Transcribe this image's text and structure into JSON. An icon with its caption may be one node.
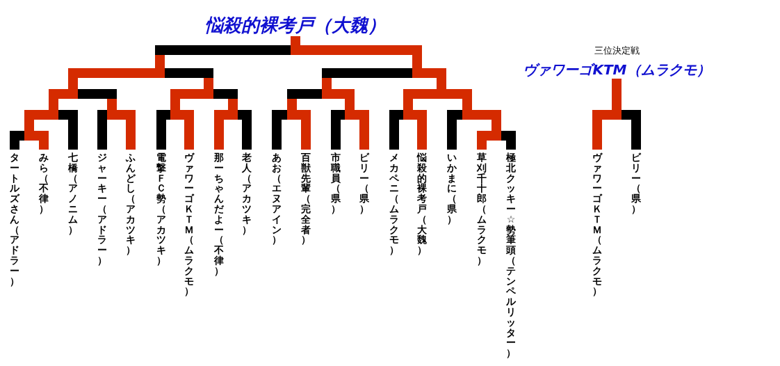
{
  "diagram": {
    "nodes": [
      {
        "text": [
          "悩殺的裸考戸（大魏）"
        ]
      },
      {
        "text": [
          "三位決定戦",
          "ヴァワーゴKTM（ムラクモ）"
        ]
      },
      {
        "text": [
          "タートルズさん（アドラー）"
        ]
      },
      {
        "text": [
          "みら（不律）"
        ]
      },
      {
        "text": [
          "七橋（アノニム）"
        ]
      },
      {
        "text": [
          "ジャーキー（アドラー）"
        ]
      },
      {
        "text": [
          "ふんどし（アカツキ）"
        ]
      },
      {
        "text": [
          "電撃ＦＣ勢（アカツキ）"
        ]
      },
      {
        "text": [
          "ヴァワーゴＫＴＭ（ムラクモ）"
        ]
      },
      {
        "text": [
          "那ーちゃんだよー（不律）"
        ]
      },
      {
        "text": [
          "老人（アカツキ）"
        ]
      },
      {
        "text": [
          "あお（エヌアイン）"
        ]
      },
      {
        "text": [
          "百獣先輩（完全者）"
        ]
      },
      {
        "text": [
          "市職員（県）"
        ]
      },
      {
        "text": [
          "ビリー（県）"
        ]
      },
      {
        "text": [
          "メカペニ（ムラクモ）"
        ]
      },
      {
        "text": [
          "悩殺的裸考戸（大魏）"
        ]
      },
      {
        "text": [
          "いかまに（県）"
        ]
      },
      {
        "text": [
          "草刈千十郎（ムラクモ）"
        ]
      },
      {
        "text": [
          "極北クッキー☆勢筆頭（テンペルリッター）"
        ]
      },
      {
        "text": [
          "ヴァワーゴＫＴＭ（ムラクモ）"
        ]
      },
      {
        "text": [
          "ビリー（県）"
        ]
      }
    ],
    "edges": [
      {
        "from": 2,
        "to": 0,
        "arrow": "none"
      },
      {
        "from": 3,
        "to": 0,
        "arrow": "none"
      },
      {
        "from": 4,
        "to": 0,
        "arrow": "none"
      },
      {
        "from": 5,
        "to": 0,
        "arrow": "none"
      },
      {
        "from": 6,
        "to": 0,
        "arrow": "none"
      },
      {
        "from": 7,
        "to": 0,
        "arrow": "none"
      },
      {
        "from": 8,
        "to": 0,
        "arrow": "none"
      },
      {
        "from": 9,
        "to": 0,
        "arrow": "none"
      },
      {
        "from": 10,
        "to": 0,
        "arrow": "none"
      },
      {
        "from": 11,
        "to": 0,
        "arrow": "none"
      },
      {
        "from": 12,
        "to": 0,
        "arrow": "none"
      },
      {
        "from": 13,
        "to": 0,
        "arrow": "none"
      },
      {
        "from": 14,
        "to": 0,
        "arrow": "none"
      },
      {
        "from": 15,
        "to": 0,
        "arrow": "none"
      },
      {
        "from": 16,
        "to": 0,
        "arrow": "none",
        "color": "#d52b00"
      },
      {
        "from": 17,
        "to": 0,
        "arrow": "none"
      },
      {
        "from": 18,
        "to": 0,
        "arrow": "none"
      },
      {
        "from": 19,
        "to": 0,
        "arrow": "none"
      },
      {
        "from": 20,
        "to": 1,
        "arrow": "none",
        "color": "#d52b00"
      },
      {
        "from": 21,
        "to": 1,
        "arrow": "none"
      }
    ]
  }
}
